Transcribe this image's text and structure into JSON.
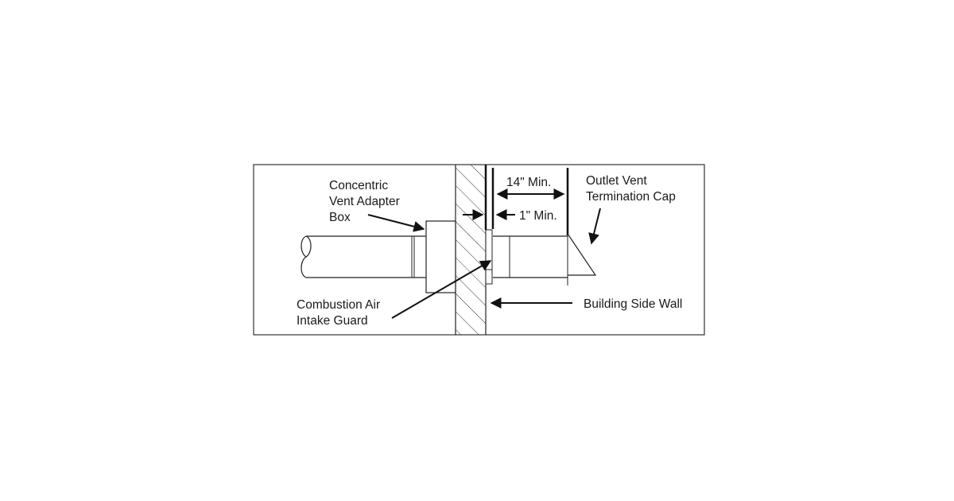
{
  "diagram": {
    "labels": {
      "adapter_box": [
        "Concentric",
        "Vent Adapter",
        "Box"
      ],
      "intake_guard": [
        "Combustion Air",
        "Intake Guard"
      ],
      "dimension_14": "14\" Min.",
      "dimension_1": "1\" Min.",
      "termination_cap": [
        "Outlet Vent",
        "Termination Cap"
      ],
      "side_wall": "Building Side Wall"
    },
    "colors": {
      "line": "#222222",
      "background": "#ffffff"
    }
  }
}
